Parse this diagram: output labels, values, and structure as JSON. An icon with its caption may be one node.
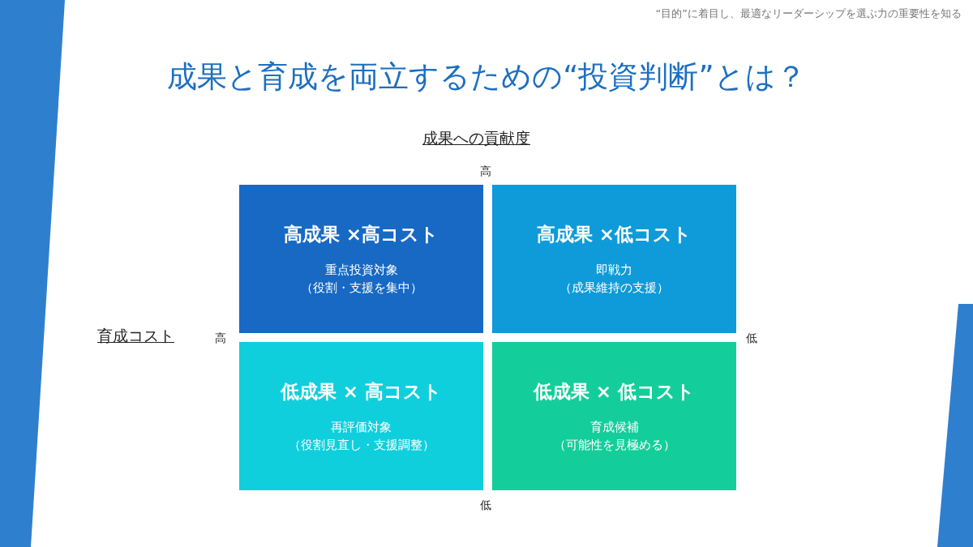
{
  "diagram": {
    "title": "成果と育成を両立するための“投資判断”とは？",
    "nodes": [
      {
        "text": [
          "高成果 ×高コスト",
          "重点投資対象",
          "（役割・支援を集中）"
        ]
      },
      {
        "text": [
          "高成果 ×低コスト",
          "即戦力",
          "（成果維持の支援）"
        ]
      },
      {
        "text": [
          "低成果 × 高コスト",
          "再評価対象",
          "（役割見直し・支援調整）"
        ]
      },
      {
        "text": [
          "低成果 × 低コスト",
          "育成候補",
          "（可能性を見極める）"
        ]
      }
    ],
    "labels": [
      "“目的”に着目し、最適なリーダーシップを選ぶ力の重要性を知る",
      "成果への貢献度",
      "高",
      "育成コスト",
      "高",
      "低",
      "低"
    ]
  }
}
